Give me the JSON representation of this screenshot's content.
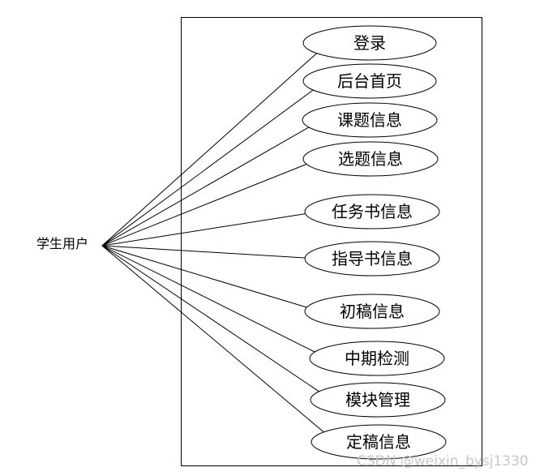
{
  "actor": {
    "label": "学生用户"
  },
  "use_cases": [
    {
      "label": "登录"
    },
    {
      "label": "后台首页"
    },
    {
      "label": "课题信息"
    },
    {
      "label": "选题信息"
    },
    {
      "label": "任务书信息"
    },
    {
      "label": "指导书信息"
    },
    {
      "label": "初稿信息"
    },
    {
      "label": "中期检测"
    },
    {
      "label": "模块管理"
    },
    {
      "label": "定稿信息"
    }
  ],
  "watermark": "CSDN @weixin_bysj1330",
  "colors": {
    "stroke": "#000000",
    "watermark": "#c8c8c8",
    "background": "#ffffff"
  }
}
